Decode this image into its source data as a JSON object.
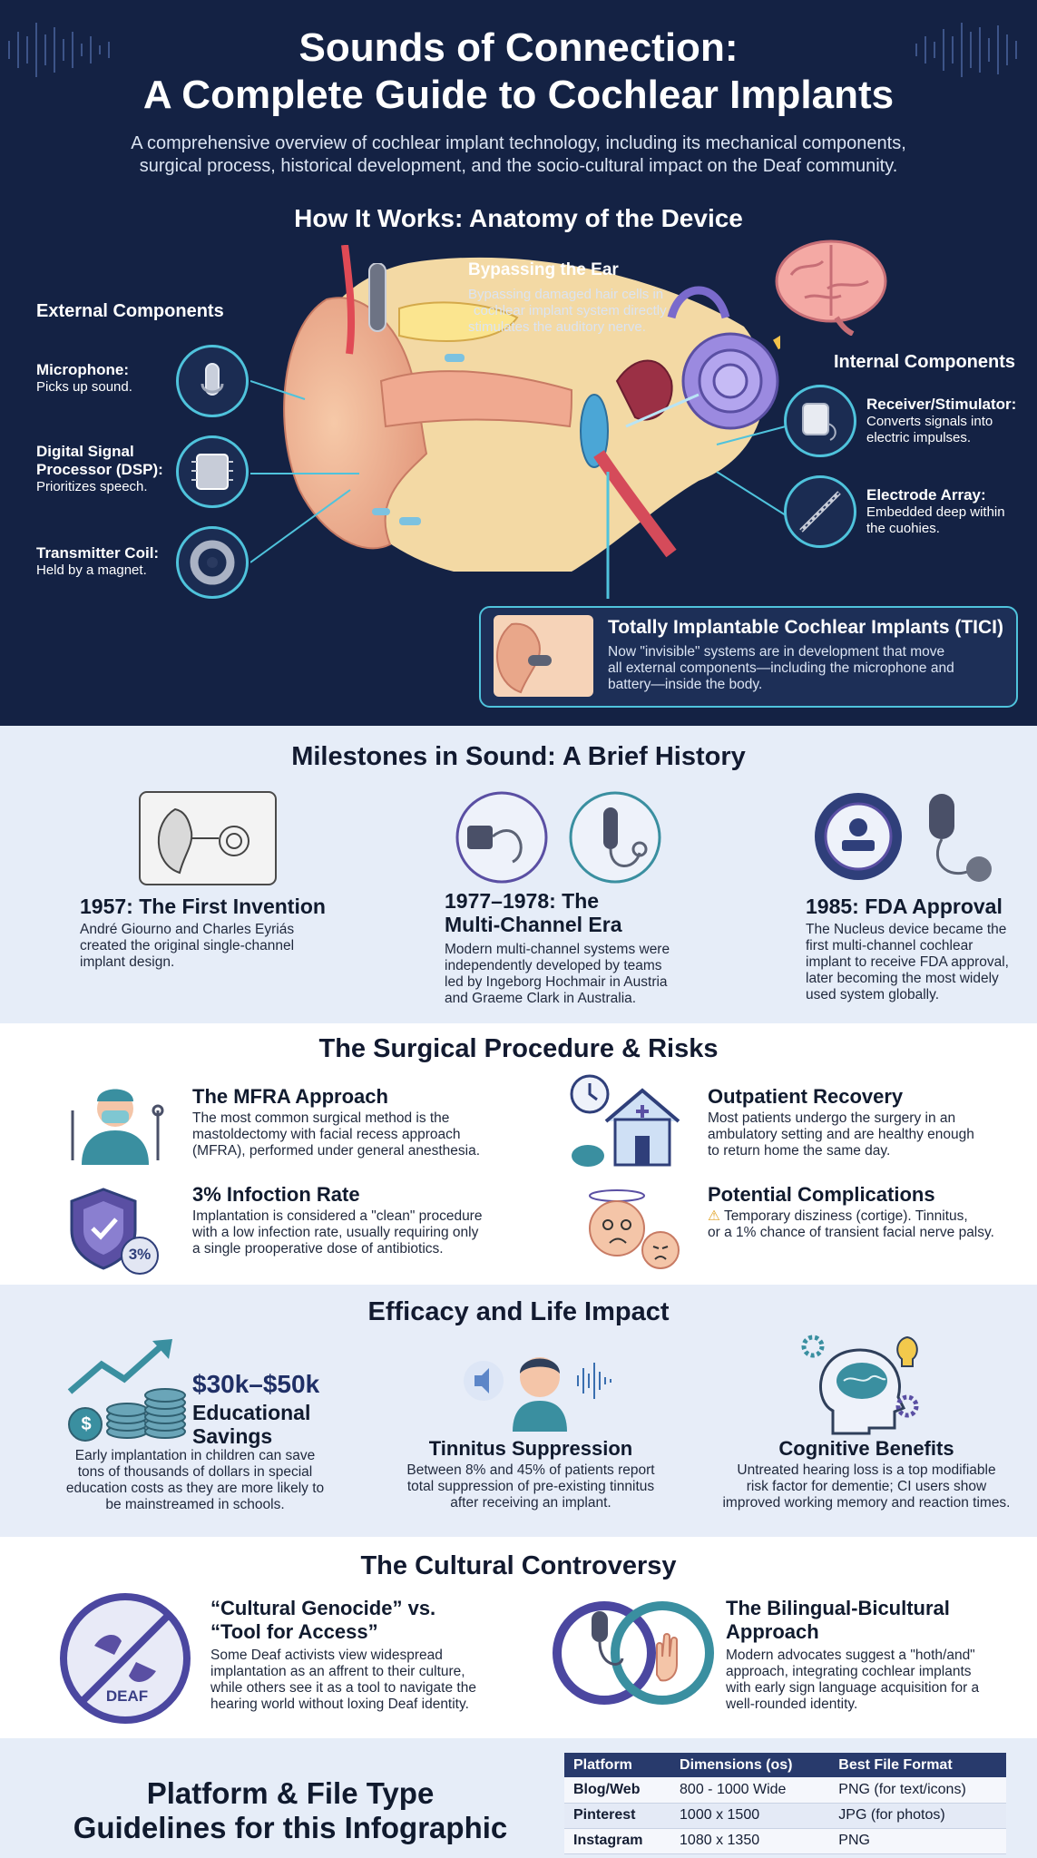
{
  "header": {
    "title_line1": "Sounds of Connection:",
    "title_line2": "A Complete Guide to Cochlear Implants",
    "subtitle_line1": "A comprehensive overview of cochlear implant technology, including its mechanical components,",
    "subtitle_line2": "surgical process, historical development, and the socio-cultural impact on the Deaf community."
  },
  "anatomy": {
    "title": "How It Works: Anatomy of the Device",
    "external_heading": "External Components",
    "external": [
      {
        "name": "Microphone:",
        "desc": "Picks up sound.",
        "icon": "microphone-icon"
      },
      {
        "name_line1": "Digital Signal",
        "name_line2": "Processor (DSP):",
        "desc": "Prioritizes speech.",
        "icon": "processor-chip-icon"
      },
      {
        "name": "Transmitter Coil:",
        "desc": "Held by a magnet.",
        "icon": "transmitter-coil-icon"
      }
    ],
    "bypass_heading": "Bypassing the Ear",
    "bypass_line1": "Bypassing damaged hair cells in",
    "bypass_line2": "cochlear implant system directly",
    "bypass_line3": "stimulates the auditory nerve.",
    "internal_heading": "Internal Components",
    "internal": [
      {
        "name": "Receiver/Stimulator:",
        "desc_line1": "Converts signals into",
        "desc_line2": "electric impulses.",
        "icon": "receiver-stimulator-icon"
      },
      {
        "name": "Electrode Array:",
        "desc_line1": "Embedded deep within",
        "desc_line2": "the cuohies.",
        "icon": "electrode-array-icon"
      }
    ],
    "tici_title": "Totally Implantable Cochlear Implants (TICI)",
    "tici_line1": "Now \"invisible\" systems are in development that move",
    "tici_line2": "all external components—including the microphone and",
    "tici_line3": "battery—inside the body."
  },
  "history": {
    "title": "Milestones in Sound: A Brief History",
    "items": [
      {
        "title": "1957: The First Invention",
        "lines": [
          "André Giourno and Charles Eyriás",
          "created the original single-channel",
          "implant design."
        ]
      },
      {
        "title_line1": "1977–1978: The",
        "title_line2": "Multi-Channel Era",
        "lines": [
          "Modern multi-channel systems were",
          "independently developed by teams",
          "led by Ingeborg Hochmair in Austria",
          "and Graeme Clark in Australia."
        ]
      },
      {
        "title": "1985: FDA Approval",
        "lines": [
          "The Nucleus device became the",
          "first multi-channel cochlear",
          "implant to receive FDA approval,",
          "later becoming the most widely",
          "used system globally."
        ]
      }
    ]
  },
  "surgery": {
    "title": "The Surgical Procedure & Risks",
    "items": [
      {
        "title": "The MFRA Approach",
        "lines": [
          "The most common surgical method is the",
          "mastoldectomy with facial recess approach",
          "(MFRA), performed under general anesthesia."
        ]
      },
      {
        "title": "Outpatient Recovery",
        "lines": [
          "Most patients undergo the surgery in an",
          "ambulatory setting and are healthy enough",
          "to return home the same day."
        ]
      },
      {
        "title": "3% Infoction Rate",
        "badge": "3%",
        "lines": [
          "Implantation is considered a \"clean\" procedure",
          "with a low infection rate, usually requiring only",
          "a single prooperative dose of antibiotics."
        ]
      },
      {
        "title": "Potential Complications",
        "warning_icon": "⚠",
        "lines": [
          "Temporary disziness (cortige). Tinnitus,",
          "or a 1% chance of transient facial nerve palsy."
        ]
      }
    ]
  },
  "efficacy": {
    "title": "Efficacy and Life Impact",
    "savings_amount": "$30k–$50k",
    "savings_label_line1": "Educational",
    "savings_label_line2": "Savings",
    "savings_lines": [
      "Early implantation in children can save",
      "tons of thousands of dollars in special",
      "education costs as they are more likely to",
      "be mainstreamed in schools."
    ],
    "tinnitus_title": "Tinnitus Suppression",
    "tinnitus_lines": [
      "Between 8% and 45% of patients report",
      "total suppression of pre-existing tinnitus",
      "after receiving an implant."
    ],
    "cognitive_title": "Cognitive Benefits",
    "cognitive_lines": [
      "Untreated hearing loss is a top modifiable",
      "risk factor for dementie; CI users show",
      "improved working memory and reaction times."
    ]
  },
  "culture": {
    "title": "The Cultural Controversy",
    "left_title_line1": "“Cultural Genocide” vs.",
    "left_title_line2": "“Tool for Access”",
    "left_lines": [
      "Some Deaf activists view widespread",
      "implantation as an affrent to their culture,",
      "while others see it as a tool to navigate the",
      "hearing world without loxing Deaf identity."
    ],
    "deaf_label": "DEAF",
    "right_title_line1": "The Bilingual-Bicultural",
    "right_title_line2": "Approach",
    "right_lines": [
      "Modern advocates suggest a \"hoth/and\"",
      "approach, integrating cochlear implants",
      "with early sign language acquisition for a",
      "well-rounded identity."
    ]
  },
  "platform": {
    "title_line1": "Platform & File Type",
    "title_line2": "Guidelines for this Infographic",
    "headers": [
      "Platform",
      "Dimensions (os)",
      "Best File Format"
    ],
    "rows": [
      [
        "Blog/Web",
        "800 - 1000 Wide",
        "PNG (for text/icons)"
      ],
      [
        "Pinterest",
        "1000 x 1500",
        "JPG (for photos)"
      ],
      [
        "Instagram",
        "1080 x 1350",
        "PNG"
      ]
    ]
  },
  "colors": {
    "navy": "#142244",
    "accent_cyan": "#4fc3dc",
    "purple": "#5a4fa3",
    "teal": "#3a8fa0"
  }
}
